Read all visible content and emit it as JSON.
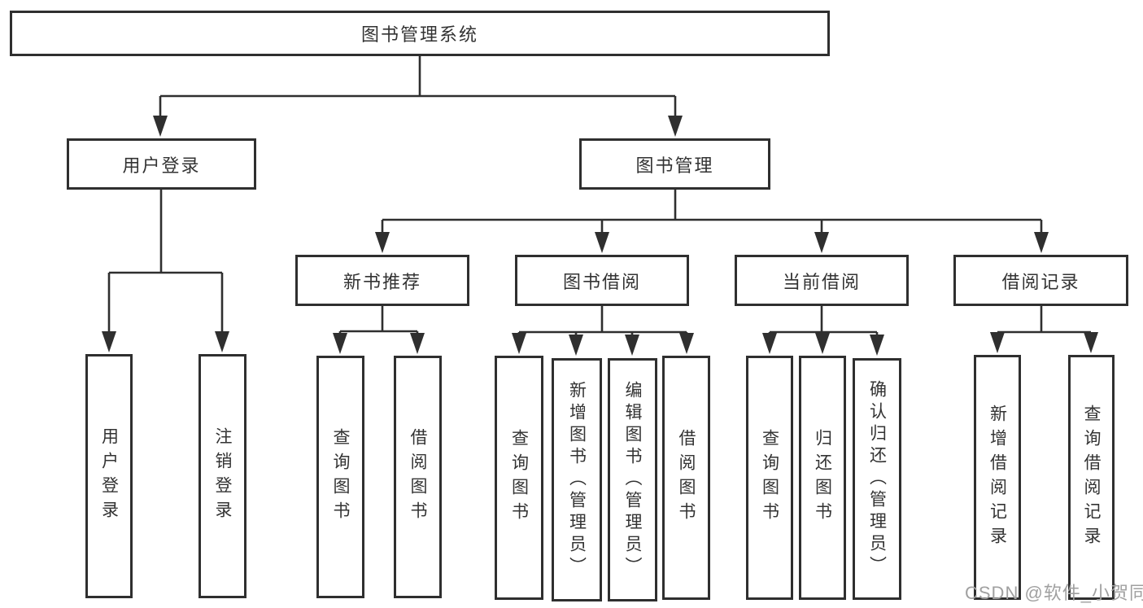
{
  "nodes": {
    "root": "图书管理系统",
    "user_login": "用户登录",
    "book_mgmt": "图书管理",
    "new_book": "新书推荐",
    "book_borrow": "图书借阅",
    "current_borrow": "当前借阅",
    "borrow_record": "借阅记录",
    "user_login_children": [
      "用户登录",
      "注销登录"
    ],
    "new_book_children": [
      "查询图书",
      "借阅图书"
    ],
    "book_borrow_children": [
      "查询图书",
      "新增图书（管理员）",
      "编辑图书（管理员）",
      "借阅图书"
    ],
    "current_borrow_children": [
      "查询图书",
      "归还图书",
      "确认归还（管理员）"
    ],
    "borrow_record_children": [
      "新增借阅记录",
      "查询借阅记录"
    ]
  },
  "watermark": "CSDN @软件_小贺同学",
  "colors": {
    "line": "#2f2f2f",
    "text": "#333333",
    "background": "#ffffff",
    "watermark": "#a0a0a0"
  }
}
